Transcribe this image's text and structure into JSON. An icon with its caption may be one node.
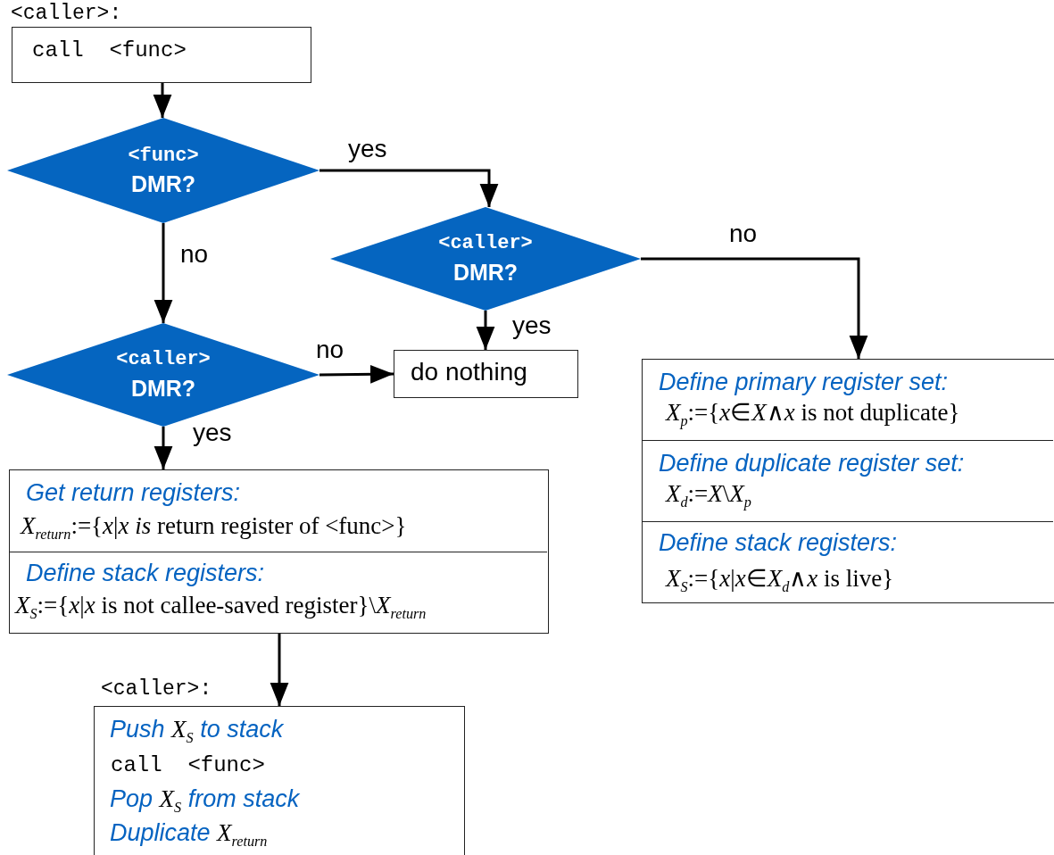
{
  "diagram": {
    "nodes": [
      {
        "text": [
          "<caller>:",
          "call  <func>"
        ]
      },
      {
        "text": [
          "<func>",
          "DMR?"
        ]
      },
      {
        "text": [
          "<caller>",
          "DMR?"
        ]
      },
      {
        "text": [
          "<caller>",
          "DMR?"
        ]
      },
      {
        "text": [
          "do nothing"
        ]
      },
      {
        "text": [],
        "shape": "box"
      },
      {
        "text": [
          "Get return registers:",
          "*X*$_{return}$:={*x*|*x* *is* return register of <func>}"
        ],
        "in": 5
      },
      {
        "text": [
          "Define stack registers:",
          "*X*$_{S}$:={*x*|*x* is not callee-saved register}\\*X*$_{return}$"
        ],
        "in": 5
      },
      {
        "text": [
          "<caller>:",
          "Push *X*$_{S}$ to stack",
          "call  <func>",
          "Pop *X*$_{S}$ from stack",
          "Duplicate *X*$_{return}$"
        ]
      },
      {
        "text": [],
        "shape": "box"
      },
      {
        "text": [
          "Define primary register set:",
          "*X*$_{p}$:={*x*∈*X*∧*x* is not duplicate}"
        ],
        "in": 9
      },
      {
        "text": [
          "Define duplicate register set:",
          "*X*$_{d}$:=*X*\\*X*$_{p}$"
        ],
        "in": 9
      },
      {
        "text": [
          "Define stack registers:",
          "*X*$_{S}$:={*x*|*x*∈*X*$_{d}$∧*x* is live}"
        ],
        "in": 9
      }
    ],
    "edges": [
      {
        "from": 0,
        "to": 1,
        "arrow": "to"
      },
      {
        "from": 1,
        "to": 2,
        "arrow": "to",
        "label": "yes"
      },
      {
        "from": 1,
        "to": 3,
        "arrow": "to",
        "label": "no"
      },
      {
        "from": 2,
        "to": 9,
        "arrow": "to",
        "label": "no"
      },
      {
        "from": 2,
        "to": 4,
        "arrow": "to",
        "label": "yes"
      },
      {
        "from": 3,
        "to": 4,
        "arrow": "to",
        "label": "no"
      },
      {
        "from": 3,
        "to": 5,
        "arrow": "to",
        "label": "yes"
      },
      {
        "from": 5,
        "to": 8,
        "arrow": "to"
      }
    ]
  }
}
